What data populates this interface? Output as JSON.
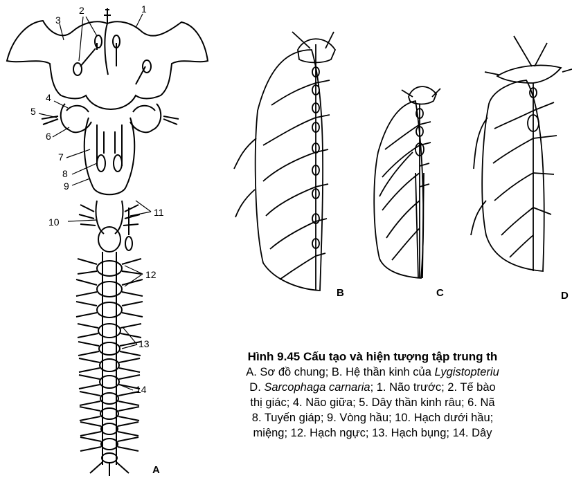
{
  "figure": {
    "labels": [
      "1",
      "2",
      "3",
      "4",
      "5",
      "6",
      "7",
      "8",
      "9",
      "10",
      "11",
      "12",
      "13",
      "14"
    ],
    "panels": [
      "A",
      "B",
      "C",
      "D"
    ]
  },
  "caption": {
    "title": "Hình 9.45 Cấu tạo và hiện tượng tập trung th",
    "line1_a": "A. Sơ đồ chung; B. Hệ thần kinh của ",
    "line1_b": "Lygistopteriu",
    "line2_a": "D. ",
    "line2_b": "Sarcophaga carnaria",
    "line2_c": "; 1. Não trước; 2. Tế bào",
    "line3": "thị giác; 4. Não giữa; 5. Dây thần kinh râu; 6. Nã",
    "line4": "8. Tuyến giáp; 9. Vòng hầu; 10. Hạch dưới hầu;",
    "line5": "miệng; 12. Hạch ngực; 13. Hạch bụng; 14. Dây"
  },
  "colors": {
    "ink": "#000000",
    "paper": "#ffffff"
  }
}
